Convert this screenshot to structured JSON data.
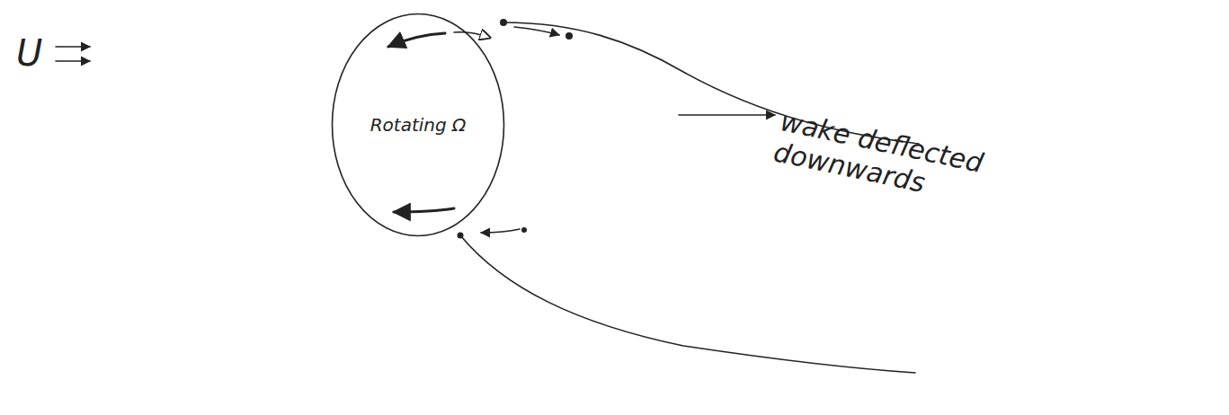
{
  "diagram": {
    "nodes": [
      {
        "text": [
          "Rotating Ω"
        ]
      }
    ],
    "labels": [
      "U",
      "wake deflected downwards"
    ]
  }
}
